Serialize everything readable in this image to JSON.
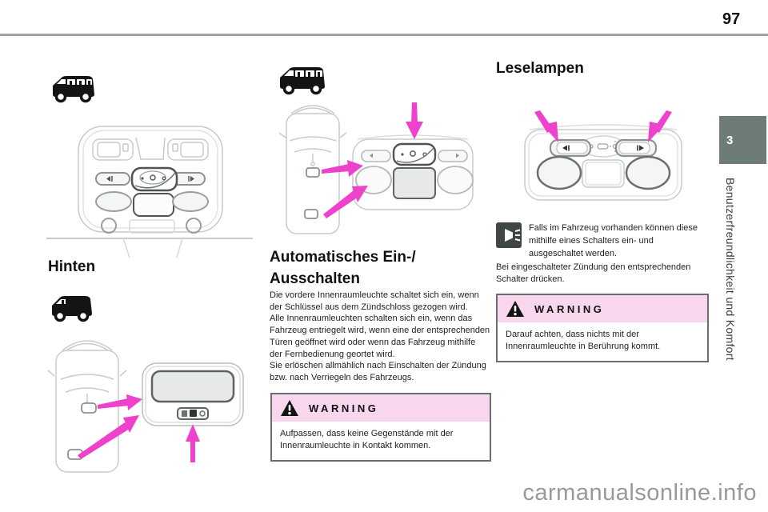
{
  "page": {
    "number": "97",
    "watermark": "carmanualsonline.info"
  },
  "sidebar": {
    "chapter_tab": "3",
    "section_label": "Benutzerfreundlichkeit und Komfort"
  },
  "colors": {
    "accent_magenta": "#ee42cd",
    "warning_pink": "#f7d6ee",
    "chapter_tab_gray": "#6e7c78",
    "line_art_gray": "#c7cccb"
  },
  "icons": {
    "warning_icon": "warning-triangle-icon",
    "reading_lamp_icon": "reading-lamp-icon",
    "passenger_van_icon": "passenger-van-icon",
    "cargo_van_icon": "cargo-van-icon",
    "minibus_van_icon": "minibus-van-icon",
    "magenta_arrow": "pointer-arrow-icon"
  },
  "column1": {
    "heading": "Hinten"
  },
  "column2": {
    "heading": "Automatisches Ein-/\nAusschalten",
    "body": "Die vordere Innenraumleuchte schaltet sich ein, wenn der Schlüssel aus dem Zündschloss gezogen wird.\nAlle Innenraumleuchten schalten sich ein, wenn das Fahrzeug entriegelt wird, wenn eine der entsprechenden Türen geöffnet wird oder wenn das Fahrzeug mithilfe der Fernbedienung geortet wird.\nSie erlöschen allmählich nach Einschalten der Zündung bzw. nach Verriegeln des Fahrzeugs.",
    "warning": {
      "title": "WARNING",
      "text": "Aufpassen, dass keine Gegenstände mit der Innenraumleuchte in Kontakt kommen."
    }
  },
  "column3": {
    "heading": "Leselampen",
    "info_paragraph_1": "Falls im Fahrzeug vorhanden können diese mithilfe eines Schalters ein- und ausgeschaltet werden.",
    "info_paragraph_2": "Bei eingeschalteter Zündung den entsprechenden Schalter drücken.",
    "warning": {
      "title": "WARNING",
      "text": "Darauf achten, dass nichts mit der Innenraumleuchte in Berührung kommt."
    }
  }
}
